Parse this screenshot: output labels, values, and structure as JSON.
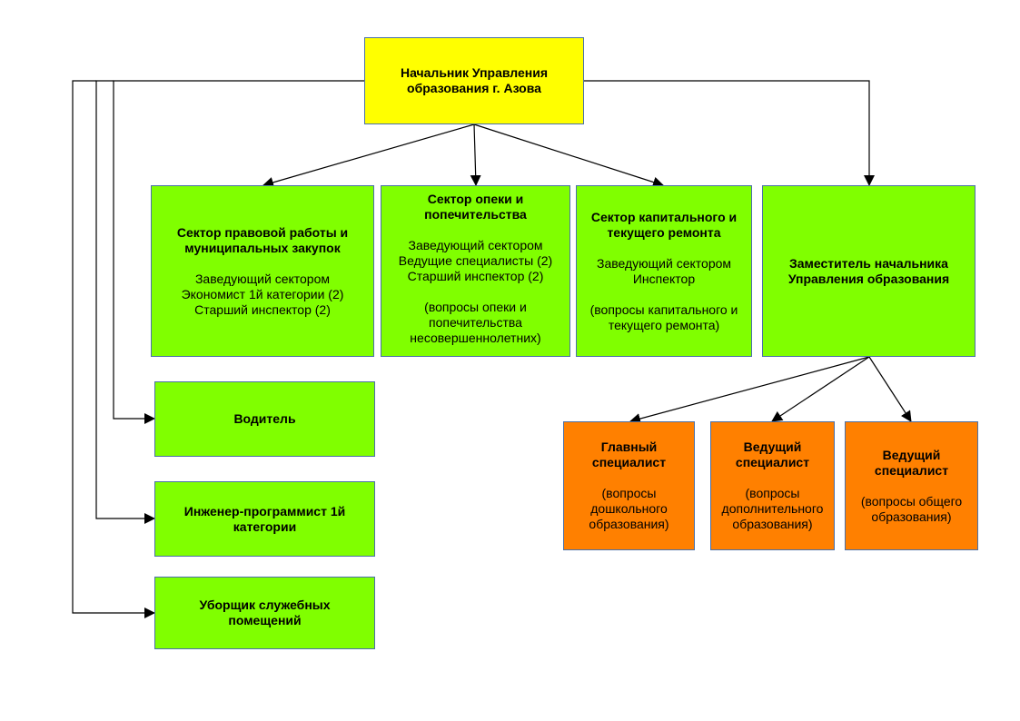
{
  "diagram": {
    "type": "org-chart",
    "colors": {
      "head": "#ffff00",
      "unit": "#80ff00",
      "specialist": "#ff8000",
      "border": "#4a70a8",
      "connector": "#000000"
    },
    "nodes": {
      "head": {
        "title": "Начальник Управления\nобразования г. Азова"
      },
      "legal": {
        "title": "Сектор правовой работы и\nмуниципальных закупок",
        "body": "Заведующий сектором\nЭкономист 1й категории (2)\nСтарший инспектор (2)"
      },
      "guardianship": {
        "title": "Сектор опеки и\nпопечительства",
        "body": "Заведующий сектором\nВедущие специалисты (2)\nСтарший инспектор (2)",
        "note": "(вопросы опеки и\nпопечительства\nнесовершеннолетних)"
      },
      "repair": {
        "title": "Сектор капитального и\nтекущего ремонта",
        "body": "Заведующий сектором\nИнспектор",
        "note": "(вопросы капитального и\nтекущего ремонта)"
      },
      "deputy": {
        "title": "Заместитель начальника\nУправления образования"
      },
      "driver": {
        "title": "Водитель"
      },
      "programmer": {
        "title": "Инженер-программист 1й\nкатегории"
      },
      "cleaner": {
        "title": "Уборщик служебных\nпомещений"
      },
      "chief_specialist": {
        "title": "Главный\nспециалист",
        "note": "(вопросы\nдошкольного\nобразования)"
      },
      "lead_specialist_additional": {
        "title": "Ведущий\nспециалист",
        "note": "(вопросы\nдополнительного\nобразования)"
      },
      "lead_specialist_general": {
        "title": "Ведущий\nспециалист",
        "note": "(вопросы общего\nобразования)"
      }
    },
    "edges": [
      {
        "from": "head",
        "to": "legal"
      },
      {
        "from": "head",
        "to": "guardianship"
      },
      {
        "from": "head",
        "to": "repair"
      },
      {
        "from": "head",
        "to": "deputy"
      },
      {
        "from": "head",
        "to": "driver"
      },
      {
        "from": "head",
        "to": "programmer"
      },
      {
        "from": "head",
        "to": "cleaner"
      },
      {
        "from": "deputy",
        "to": "chief_specialist"
      },
      {
        "from": "deputy",
        "to": "lead_specialist_additional"
      },
      {
        "from": "deputy",
        "to": "lead_specialist_general"
      }
    ]
  }
}
